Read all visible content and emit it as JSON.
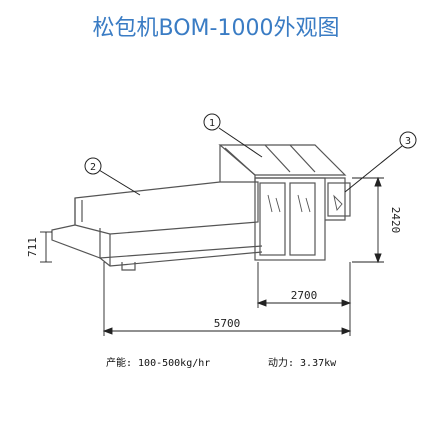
{
  "title": "松包机BOM-1000外观图",
  "callouts": [
    "1",
    "2",
    "3"
  ],
  "dimensions": {
    "height_small": "711",
    "height_total": "2420",
    "width_frame": "2700",
    "width_total": "5700"
  },
  "specs": {
    "capacity": "产能: 100-500kg/hr",
    "power": "动力: 3.37kw"
  }
}
